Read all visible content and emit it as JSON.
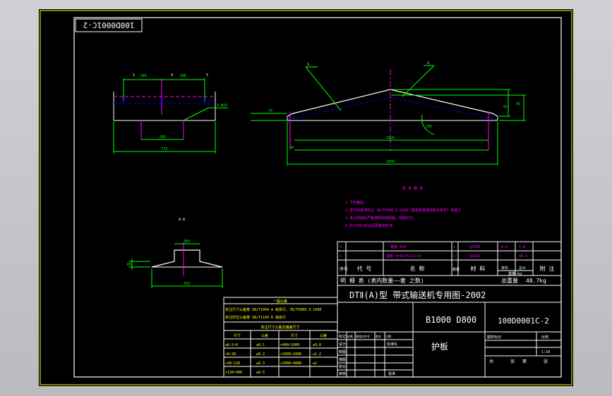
{
  "colors": {
    "frame": "#ffff00",
    "part": "#ffffff",
    "dimension": "#00ff00",
    "centerline": "#ff00ff",
    "hidden": "#0000ff",
    "annotation": "#00ffff",
    "table": "#ffffff"
  },
  "drawing": {
    "stamp_code": "100D0001C-2",
    "top_view": {
      "dim_seg1": "290",
      "dim_seg2": "290",
      "dim_holes": "250",
      "dim_total": "772",
      "hole_note": "4-Φ14",
      "balloon_1": "1",
      "balloon_2": "4",
      "balloon_3": "5"
    },
    "front_view": {
      "part_1": "1",
      "part_2": "2",
      "dim_height_1": "95",
      "dim_height_2": "82",
      "dim_left_1": "75",
      "dim_left_2": "60",
      "dim_mid": "1558",
      "dim_total": "1658",
      "dim_right": "185"
    },
    "section": {
      "label": "A-A",
      "dim_top": "365",
      "dim_side": "R5",
      "dim_bottom": "563"
    },
    "tech_requirements": {
      "title": "技 术 要 求",
      "lines": [
        "1.下料面处。",
        "2.零件焊接须符合 JB/T5000.3-1998《重型机械通用技术条件》焊接工",
        "3.未注焊接处严格按照焊接规程，焊缝均匀。",
        "4.件1与件2焊合后再整体折弯。"
      ]
    },
    "general_tolerance": {
      "title": "一般公差",
      "lines": [
        "未注尺寸公差按 GB/T1804 m 级执行，JB/T5000.3-1998",
        "未注形位公差按 GB/T1184 K 级执行"
      ],
      "subtitle": "未注尺寸公差及偏差尺寸",
      "headers": [
        "尺寸",
        "公差",
        "尺寸",
        "公差"
      ],
      "rows": [
        [
          "≥0.5~6",
          "±0.1",
          ">400~1000",
          "±0.8"
        ],
        [
          ">6~30",
          "±0.2",
          ">1000~2000",
          "±1.2"
        ],
        [
          ">30~120",
          "±0.3",
          ">2000~4000",
          "±2"
        ],
        [
          ">120~400",
          "±0.5",
          "",
          ""
        ]
      ]
    }
  },
  "title_block": {
    "parts": [
      {
        "no": "2",
        "code": "钢板 δ=4",
        "name": "",
        "qty": "1",
        "material": "Q235A",
        "unit_wt": "0.6",
        "total_wt": "1.8"
      },
      {
        "no": "1",
        "code": "钢板 δ=4×772×1714",
        "name": "",
        "qty": "1",
        "material": "Q235A",
        "unit_wt": "",
        "total_wt": "46.9"
      }
    ],
    "headers": {
      "no": "序号",
      "code": "代  号",
      "name": "名    称",
      "qty": "数量",
      "material": "材    料",
      "weight_single": "单件",
      "weight_total": "总计",
      "weight_label": "重量 kg",
      "remark": "附  注"
    },
    "total_weight_label": "总重量",
    "total_weight_value": "48.7kg",
    "list_label": "明    细    表   (表内数量——套 之数)",
    "project_title": "DTⅡ(A)型  带式输送机专用图-2002",
    "spec": "B1000 D800",
    "drawing_no": "100D0001C-2",
    "part_name": "护板",
    "scale_label": "比例",
    "scale_value": "1:10",
    "stage_label": "图样标记",
    "sheet_label": "共",
    "sheet_of": "第",
    "sheet_unit": "张",
    "sign_rows": [
      "标记",
      "设计",
      "制图",
      "描图",
      "校对",
      "审核"
    ],
    "sign_cols": [
      "处数",
      "更改文件号",
      "签名",
      "日期"
    ],
    "approve_label": "标准化",
    "approve2_label": "批准"
  }
}
